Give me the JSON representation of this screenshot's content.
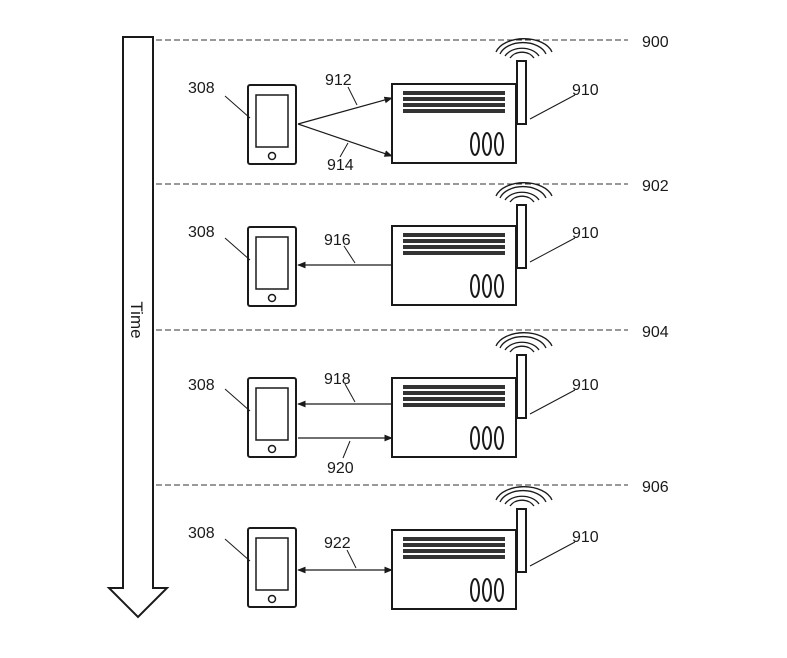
{
  "time_axis": {
    "label": "Time"
  },
  "stages": [
    {
      "boundary_label": "900",
      "phone_label": "308",
      "router_label": "910",
      "signal_labels": [
        "912",
        "914"
      ],
      "mode": "fan-to-router"
    },
    {
      "boundary_label": "902",
      "phone_label": "308",
      "router_label": "910",
      "signal_labels": [
        "916"
      ],
      "mode": "to-phone"
    },
    {
      "boundary_label": "904",
      "phone_label": "308",
      "router_label": "910",
      "signal_labels": [
        "918",
        "920"
      ],
      "mode": "both-ways"
    },
    {
      "boundary_label": "906",
      "phone_label": "308",
      "router_label": "910",
      "signal_labels": [
        "922"
      ],
      "mode": "bidirectional"
    }
  ]
}
